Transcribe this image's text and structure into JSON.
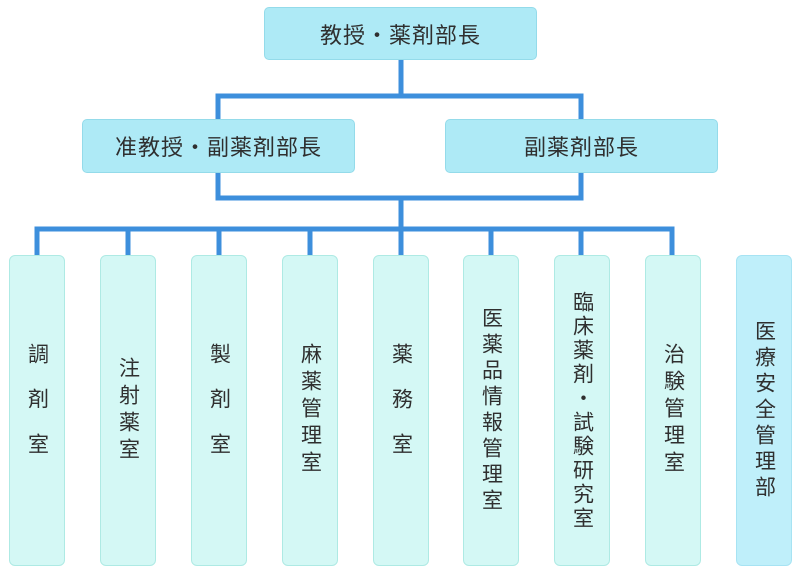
{
  "professor": "教授・薬剤部長",
  "deputies": {
    "left": "准教授・副薬剤部長",
    "right": "副薬剤部長"
  },
  "departments": [
    {
      "label": "調剤室"
    },
    {
      "label": "注射薬室"
    },
    {
      "label": "製剤室"
    },
    {
      "label": "麻薬管理室"
    },
    {
      "label": "薬務室"
    },
    {
      "label": "医薬品情報管理室"
    },
    {
      "label": "臨床薬剤・試験研究室"
    },
    {
      "label": "治験管理室"
    },
    {
      "label": "医療安全管理部"
    }
  ],
  "colors": {
    "connector": "#3d8fdc",
    "top_box_fill": "#aeeaf6",
    "dept_fill": "#d4f8f5",
    "independent_dept_fill": "#bfeffa"
  }
}
